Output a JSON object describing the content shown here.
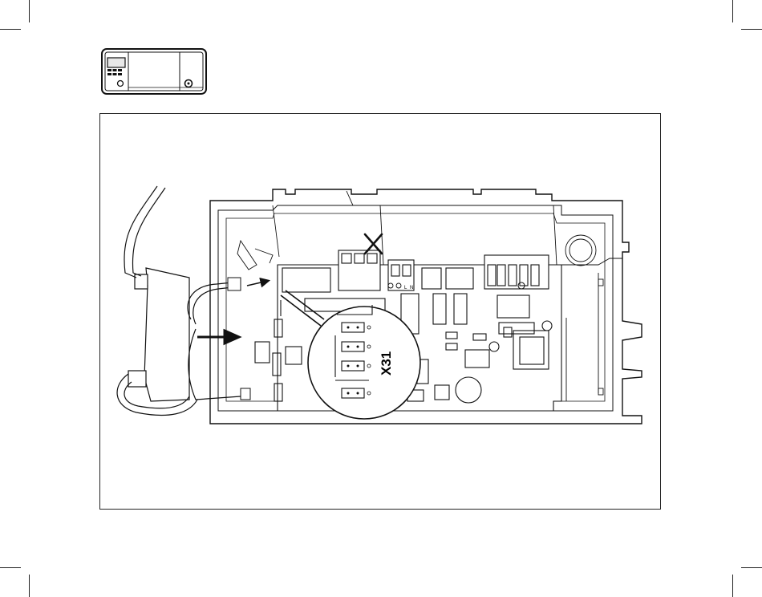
{
  "figure": {
    "connector_label": "X31",
    "mains_terminal_labels": [
      "L",
      "N"
    ],
    "thumbnail_icon": "control-panel-icon",
    "callout_icon": "magnifier-callout-icon",
    "prohibited_icon": "cross-mark-icon",
    "arrow_icon": "arrow-right-icon"
  }
}
